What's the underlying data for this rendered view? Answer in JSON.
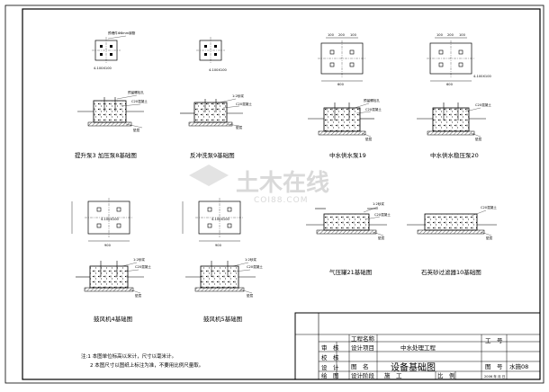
{
  "drawings": {
    "pump_a": {
      "caption": "提升泵3  加压泵8基础图",
      "plan_note": "预埋件Ф8mm钢筋",
      "hole_note": "4-100X100",
      "callout_1": "预留螺栓孔",
      "callout_2": "C20混凝土",
      "callout_3": "垫层"
    },
    "pump_b": {
      "caption": "反冲洗泵9基础图",
      "plan_note": "4-100X100",
      "callout_1": "1:2砂浆",
      "callout_2": "C20混凝土",
      "callout_3": "垫层"
    },
    "pump_c": {
      "caption": "中水供水泵19",
      "dims_top": [
        "100",
        "200",
        "100"
      ],
      "dim_bottom": "600",
      "callout_1": "预留螺栓孔",
      "callout_2": "C20混凝土",
      "callout_3": "垫层"
    },
    "pump_d": {
      "caption": "中水供水稳压泵20",
      "dims_top": [
        "100",
        "200",
        "100"
      ],
      "dim_bottom": "600",
      "hole_note": "4-100X100",
      "callout_1": "C20混凝土",
      "callout_2": "垫层"
    },
    "fan_a": {
      "caption": "鼓风机4基础图",
      "hole_note": "4-100X100",
      "dim_bottom": "900",
      "callout_1": "1:2砂浆",
      "callout_2": "C20混凝土",
      "callout_3": "垫层"
    },
    "fan_b": {
      "caption": "鼓风机5基础图",
      "hole_note": "4-100X100",
      "dim_bottom": "900",
      "callout_1": "1:2砂浆",
      "callout_2": "C20混凝土",
      "callout_3": "垫层"
    },
    "tank_a": {
      "caption": "气压罐21基础图",
      "callout_1": "1:2砂浆",
      "callout_2": "C20混凝土",
      "callout_3": "垫层"
    },
    "tank_b": {
      "caption": "石英砂过滤器10基础图",
      "callout_1": "C20混凝土",
      "callout_2": "垫层"
    }
  },
  "watermark": {
    "main": "土木在线",
    "sub": "COI88.COM"
  },
  "notes": {
    "line1": "注:1  本图单位标高以米计，尺寸以毫米计。",
    "line2": "2  本图尺寸以图纸上标注为准，不要用比例尺量取。"
  },
  "title_block": {
    "approver_label": "审　核",
    "checker_label": "校　核",
    "designer_label": "设　计",
    "drafter_label": "绘　图",
    "project_label": "工程名称",
    "project_name": "中水处理工程",
    "sub_project_label": "设计项目",
    "drawing_name_label": "图　名",
    "drawing_name": "设备基础图",
    "stage_label": "设计阶段",
    "stage_value": "施　工",
    "scale_label": "比　例",
    "job_no_label": "工　号",
    "drawing_no_label": "图　号",
    "drawing_no": "水施08",
    "date_text": "2006 年  月   日"
  }
}
